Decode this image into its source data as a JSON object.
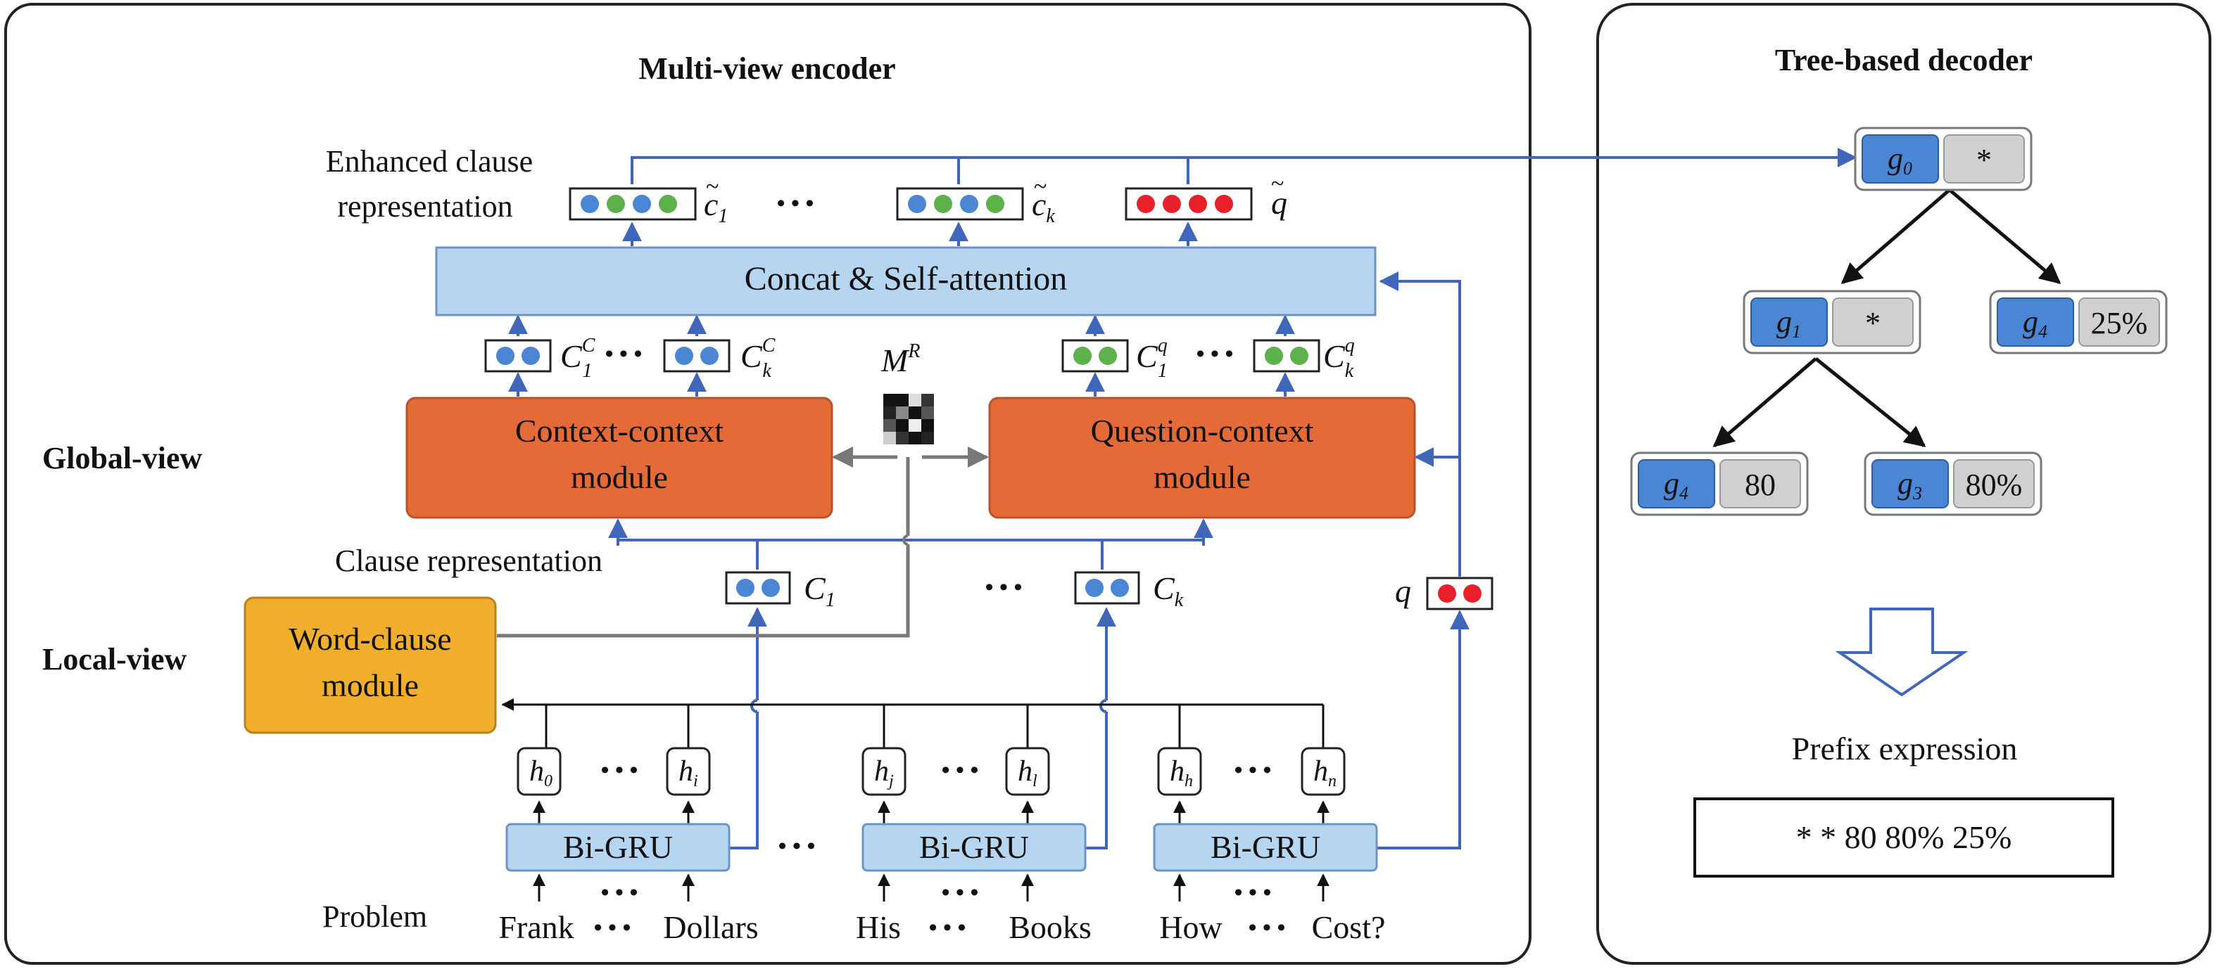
{
  "encoder": {
    "title": "Multi-view encoder",
    "enhanced_label_line1": "Enhanced clause",
    "enhanced_label_line2": "representation",
    "ellipsis": "• • •",
    "concat_label": "Concat & Self-attention",
    "global_view": "Global-view",
    "local_view": "Local-view",
    "cc_module_line1": "Context-context",
    "cc_module_line2": "module",
    "qc_module_line1": "Question-context",
    "qc_module_line2": "module",
    "mask_label": "M",
    "mask_sup": "R",
    "clause_repr_label": "Clause representation",
    "wc_module_line1": "Word-clause",
    "wc_module_line2": "module",
    "q_label": "q",
    "problem_label": "Problem",
    "bigru_label": "Bi-GRU",
    "c1_label": "C",
    "c1_sub": "1",
    "ck_label": "C",
    "ck_sub": "k",
    "cc1": {
      "base": "C",
      "sup": "C",
      "sub": "1"
    },
    "cck": {
      "base": "C",
      "sup": "C",
      "sub": "k"
    },
    "cq1": {
      "base": "C",
      "sup": "q",
      "sub": "1"
    },
    "cqk": {
      "base": "C",
      "sup": "q",
      "sub": "k"
    },
    "tilde_c1": {
      "base": "c",
      "sub": "1"
    },
    "tilde_ck": {
      "base": "c",
      "sub": "k"
    },
    "tilde_q": {
      "base": "q"
    },
    "hidden": [
      {
        "base": "h",
        "sub": "0"
      },
      {
        "base": "h",
        "sub": "i"
      },
      {
        "base": "h",
        "sub": "j"
      },
      {
        "base": "h",
        "sub": "l"
      },
      {
        "base": "h",
        "sub": "h"
      },
      {
        "base": "h",
        "sub": "n"
      }
    ],
    "words": [
      {
        "first": "Frank",
        "last": "Dollars"
      },
      {
        "first": "His",
        "last": "Books"
      },
      {
        "first": "How",
        "last": "Cost?"
      }
    ]
  },
  "decoder": {
    "title": "Tree-based decoder",
    "nodes": [
      {
        "g": "g",
        "sub": "0",
        "value": "*"
      },
      {
        "g": "g",
        "sub": "1",
        "value": "*"
      },
      {
        "g": "g",
        "sub": "4",
        "value": "25%"
      },
      {
        "g": "g",
        "sub": "4",
        "value": "80"
      },
      {
        "g": "g",
        "sub": "3",
        "value": "80%"
      }
    ],
    "prefix_label": "Prefix expression",
    "prefix_value": "* * 80 80% 25%"
  },
  "colors": {
    "blue_dot": "#4a86d4",
    "green_dot": "#5db14b",
    "red_dot": "#e8202a",
    "arrow_blue": "#3f66b8",
    "orange": "#e46a37",
    "yellow": "#f0ae2c",
    "light_blue": "#b6d5f0",
    "node_blue": "#4a86d4",
    "node_gray": "#d0d0d0"
  }
}
